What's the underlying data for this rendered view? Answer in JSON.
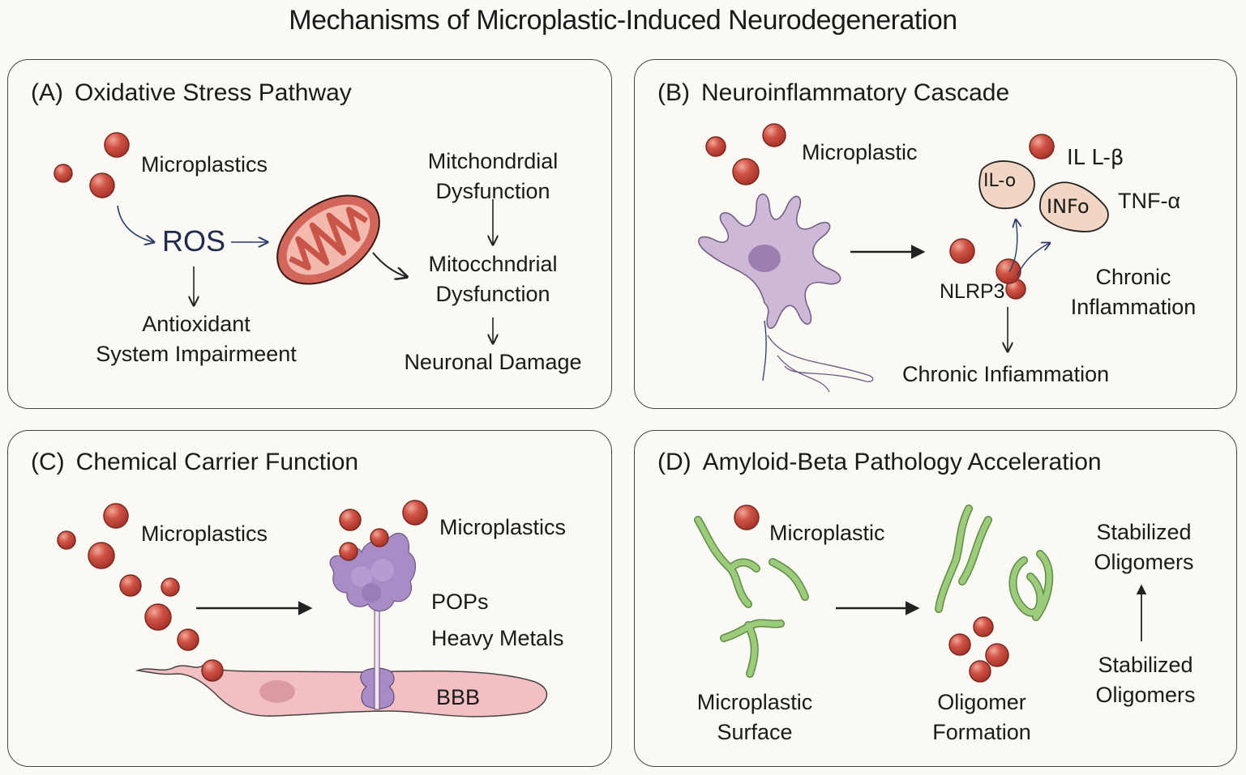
{
  "title": "Mechanisms of Microplastic-Induced Neurodegeneration",
  "colors": {
    "microplastic": "#c5453a",
    "mitochondria": "#d2665a",
    "microglia": "#cdb8d8",
    "cytokine": "#f2d6c4",
    "bbb": "#f2bfc2",
    "pollutant": "#a98bc6",
    "amyloid": "#8fbf6e"
  },
  "panels": {
    "a": {
      "letter": "(A)",
      "title": "Oxidative Stress Pathway",
      "microplastics": "Microplastics",
      "ros": "ROS",
      "antioxidant_line1": "Antioxidant",
      "antioxidant_line2": "System Impairmeent",
      "mito1_line1": "Mitchondrdial",
      "mito1_line2": "Dysfunction",
      "mito2_line1": "Mitocchndrial",
      "mito2_line2": "Dysfunction",
      "neuronal_damage": "Neuronal Damage"
    },
    "b": {
      "letter": "(B)",
      "title": "Neuroinflammatory Cascade",
      "microplastic": "Microplastic",
      "il_label": "IL-o",
      "inf_label": "INFo",
      "il_beta": "IL L-β",
      "tnf": "TNF-α",
      "nlrp3": "NLRP3",
      "chronic_line1": "Chronic",
      "chronic_line2": "Inflammation",
      "chronic_bottom": "Chronic Infiammation"
    },
    "c": {
      "letter": "(C)",
      "title": "Chemical Carrier Function",
      "microplastics_left": "Microplastics",
      "microplastics_right": "Microplastics",
      "pops": "POPs",
      "heavy_metals": "Heavy Metals",
      "bbb": "BBB"
    },
    "d": {
      "letter": "(D)",
      "title": "Amyloid-Beta Pathology Acceleration",
      "microplastic": "Microplastic",
      "surface_line1": "Microplastic",
      "surface_line2": "Surface",
      "oligomer_line1": "Oligomer",
      "oligomer_line2": "Formation",
      "stabilized_top_line1": "Stabilized",
      "stabilized_top_line2": "Oligomers",
      "stabilized_bottom_line1": "Stabilized",
      "stabilized_bottom_line2": "Oligomers"
    }
  }
}
